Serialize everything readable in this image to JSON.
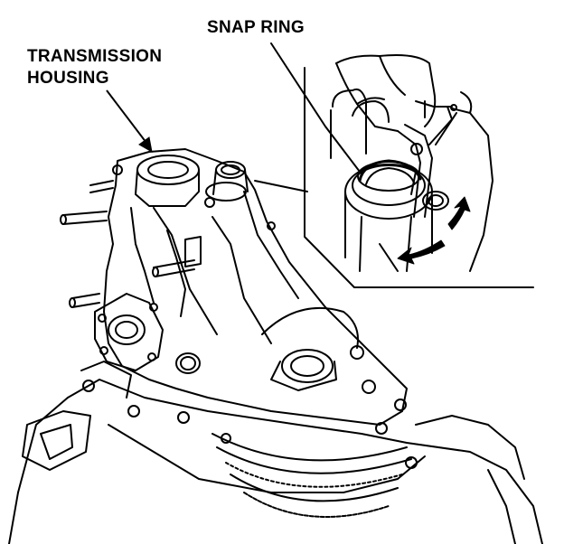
{
  "labels": {
    "snap_ring": "SNAP RING",
    "transmission_housing_line1": "TRANSMISSION",
    "transmission_housing_line2": "HOUSING"
  },
  "colors": {
    "ink": "#000000",
    "paper": "#ffffff"
  },
  "icons": {
    "rotation_arrows": "curved-arrow-icon"
  }
}
